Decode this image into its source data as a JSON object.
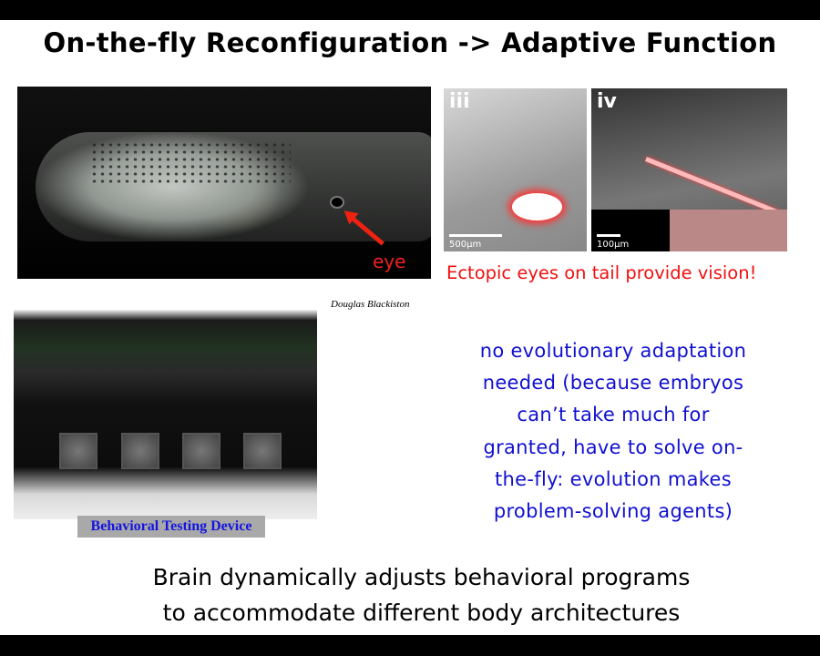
{
  "slide": {
    "title": "On-the-fly Reconfiguration -> Adaptive Function",
    "tadpole_image": {
      "label": "eye"
    },
    "micrographs": [
      {
        "label": "iii",
        "scale": "500µm"
      },
      {
        "label": "iv",
        "scale": "100µm"
      }
    ],
    "ectopic_caption": "Ectopic eyes on tail provide vision!",
    "author_credit": "Douglas Blackiston",
    "device_caption": "Behavioral Testing Device",
    "blue_lines": [
      "no evolutionary adaptation",
      "needed (because embryos",
      "can’t take much for",
      "granted, have to solve on-",
      "the-fly: evolution makes",
      "problem-solving agents)"
    ],
    "bottom_lines": [
      "Brain dynamically adjusts behavioral programs",
      "to accommodate different body architectures"
    ]
  }
}
